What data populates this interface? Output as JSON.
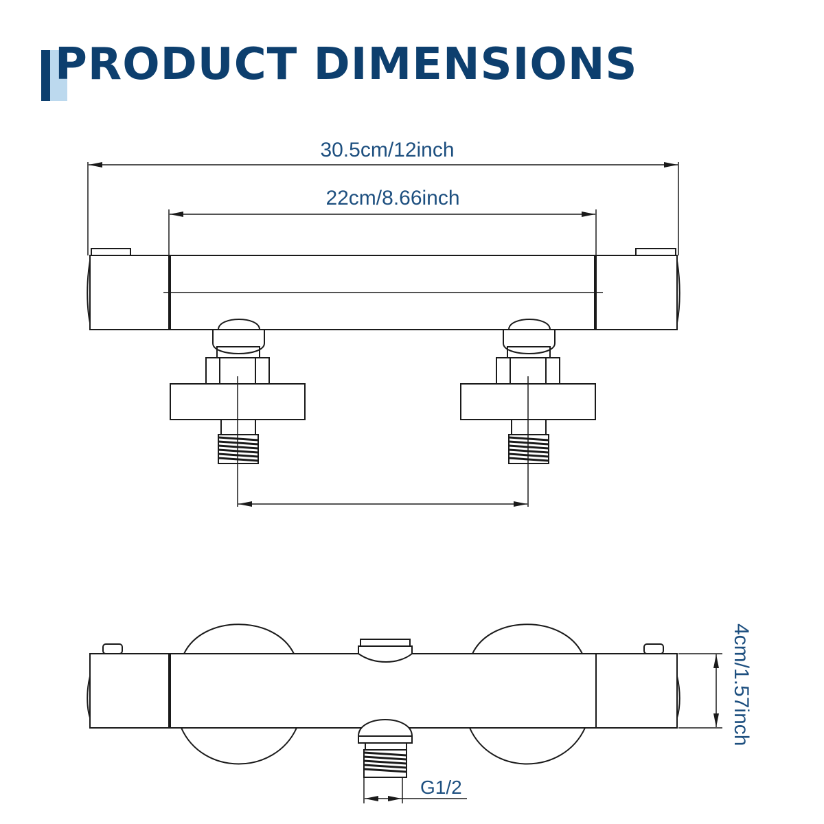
{
  "header": {
    "title": "PRODUCT DIMENSIONS",
    "accent_dark": "#0d3f6e",
    "accent_light": "#bcd9ee"
  },
  "dimensions": {
    "overall_length": "30.5cm/12inch",
    "body_length": "22cm/8.66inch",
    "body_height": "4cm/1.57inch",
    "outlet_thread": "G1/2"
  },
  "colors": {
    "line": "#1a1a1a",
    "label": "#1d4f7f"
  }
}
